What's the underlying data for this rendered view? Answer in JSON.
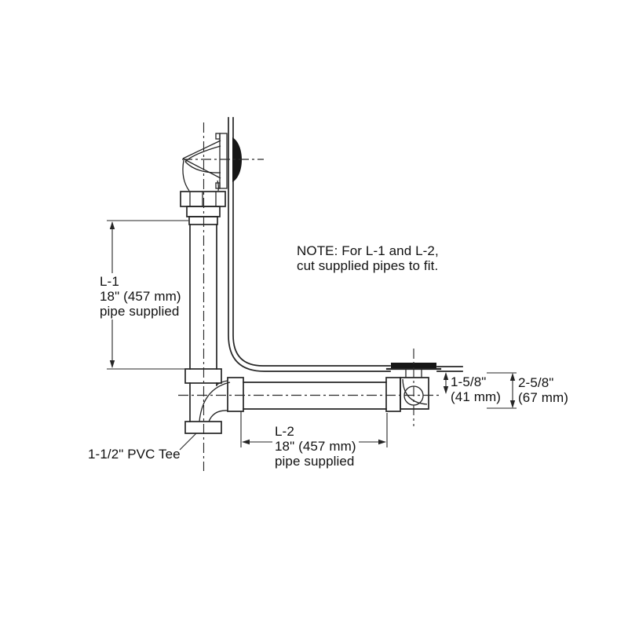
{
  "note": {
    "line1": "NOTE: For L-1 and L-2,",
    "line2": "cut supplied pipes to fit."
  },
  "dimensions": {
    "l1": {
      "label": "L-1",
      "value": "18\" (457 mm)",
      "note": "pipe supplied"
    },
    "l2": {
      "label": "L-2",
      "value": "18\" (457 mm)",
      "note": "pipe supplied"
    },
    "drain_to_centerline": {
      "imperial": "1-5/8\"",
      "metric": "(41 mm)"
    },
    "drain_overall_depth": {
      "imperial": "2-5/8\"",
      "metric": "(67 mm)"
    }
  },
  "callouts": {
    "tee": "1-1/2\" PVC Tee"
  },
  "colors": {
    "background": "#ffffff",
    "line": "#252525",
    "text": "#111111",
    "dark_fill": "#161616"
  }
}
